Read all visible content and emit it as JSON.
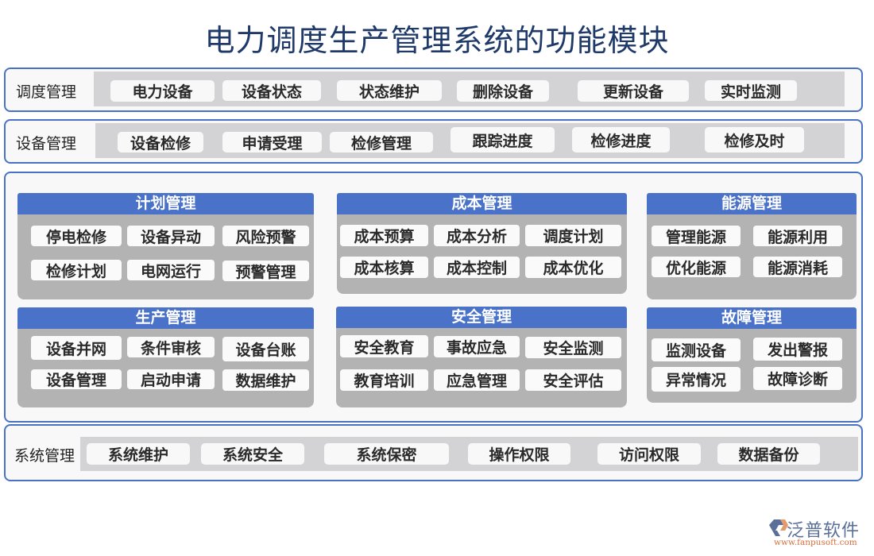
{
  "title": "电力调度生产管理系统的功能模块",
  "rows": [
    {
      "label": "调度管理",
      "items": [
        "电力设备",
        "设备状态",
        "状态维护",
        "删除设备",
        "更新设备",
        "实时监测"
      ]
    },
    {
      "label": "设备管理",
      "items": [
        "设备检修",
        "申请受理",
        "检修管理",
        "跟踪进度",
        "检修进度",
        "检修及时"
      ]
    }
  ],
  "modules": [
    {
      "title": "计划管理",
      "items": [
        "停电检修",
        "设备异动",
        "风险预警",
        "检修计划",
        "电网运行",
        "预警管理"
      ]
    },
    {
      "title": "成本管理",
      "items": [
        "成本预算",
        "成本分析",
        "调度计划",
        "成本核算",
        "成本控制",
        "成本优化"
      ]
    },
    {
      "title": "能源管理",
      "items": [
        "管理能源",
        "能源利用",
        "优化能源",
        "能源消耗"
      ]
    },
    {
      "title": "生产管理",
      "items": [
        "设备并网",
        "条件审核",
        "设备台账",
        "设备管理",
        "启动申请",
        "数据维护"
      ]
    },
    {
      "title": "安全管理",
      "items": [
        "安全教育",
        "事故应急",
        "安全监测",
        "教育培训",
        "应急管理",
        "安全评估"
      ]
    },
    {
      "title": "故障管理",
      "items": [
        "监测设备",
        "发出警报",
        "异常情况",
        "故障诊断"
      ]
    }
  ],
  "system_row": {
    "label": "系统管理",
    "items": [
      "系统维护",
      "系统安全",
      "系统保密",
      "操作权限",
      "访问权限",
      "数据备份"
    ]
  },
  "logo": {
    "name": "泛普软件",
    "url": "www.fanpusoft.com",
    "icon": "fanpu-logo-icon"
  },
  "colors": {
    "frame_border": "#4a72c4",
    "module_header": "#4a72c9",
    "module_body": "#b3b3b3",
    "strip": "#d3d3d5",
    "title": "#1f3a68"
  }
}
